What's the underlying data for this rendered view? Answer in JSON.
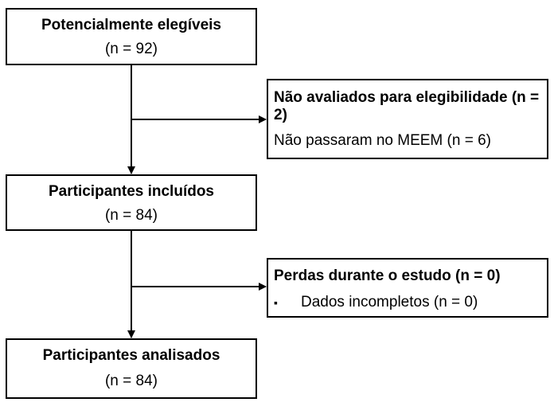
{
  "boxes": {
    "eligible": {
      "title": "Potencialmente elegíveis",
      "count": "(n = 92)"
    },
    "not_assessed": {
      "title": "Não avaliados para elegibilidade (n = 2)",
      "detail": "Não passaram no MEEM (n = 6)"
    },
    "included": {
      "title": "Participantes incluídos",
      "count": "(n = 84)"
    },
    "losses": {
      "title": "Perdas durante o estudo (n = 0)",
      "bullet": "▪",
      "detail": "Dados incompletos (n = 0)"
    },
    "analysed": {
      "title": "Participantes analisados",
      "count": "(n = 84)"
    }
  }
}
